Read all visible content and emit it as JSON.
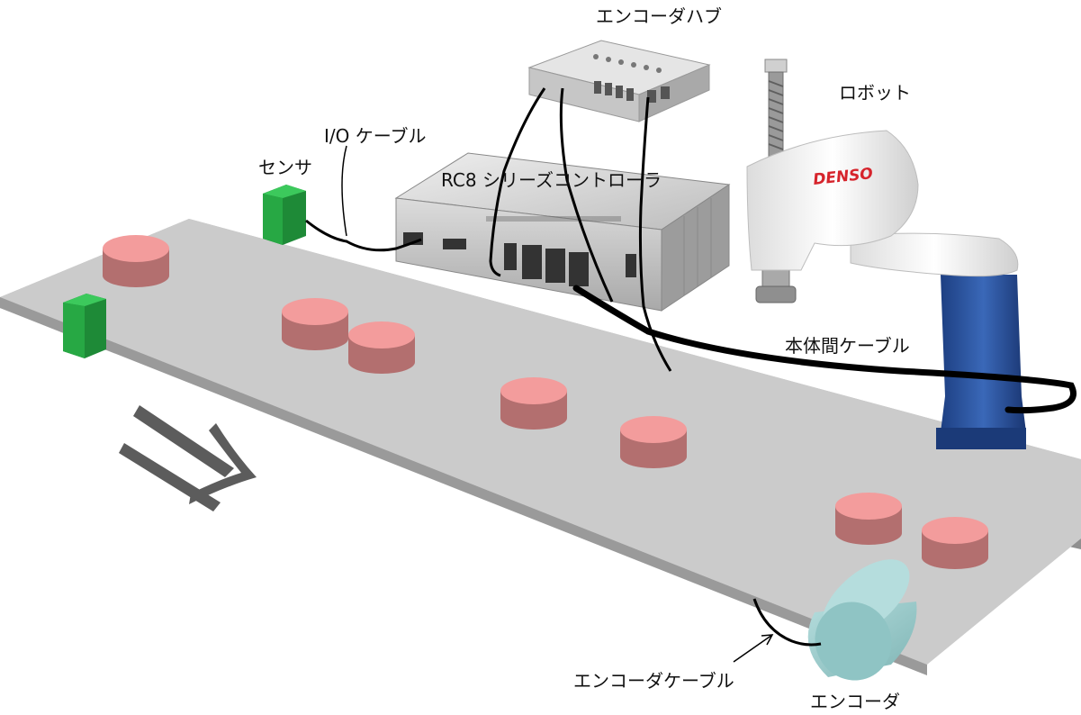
{
  "labels": {
    "encoder_hub": "エンコーダハブ",
    "robot": "ロボット",
    "io_cable": "I/O ケーブル",
    "sensor": "センサ",
    "controller": "RC8 シリーズコントローラ",
    "main_cable": "本体間ケーブル",
    "encoder_cable": "エンコーダケーブル",
    "encoder": "エンコーダ"
  },
  "brand": {
    "robot_logo": "DENSO"
  },
  "colors": {
    "conveyor": "#c9c9c9",
    "workpiece": "#f39c9c",
    "sensor": "#27a844",
    "encoder": "#9fcdcd",
    "robot_base": "#274f9a",
    "robot_logo": "#d6242c"
  }
}
